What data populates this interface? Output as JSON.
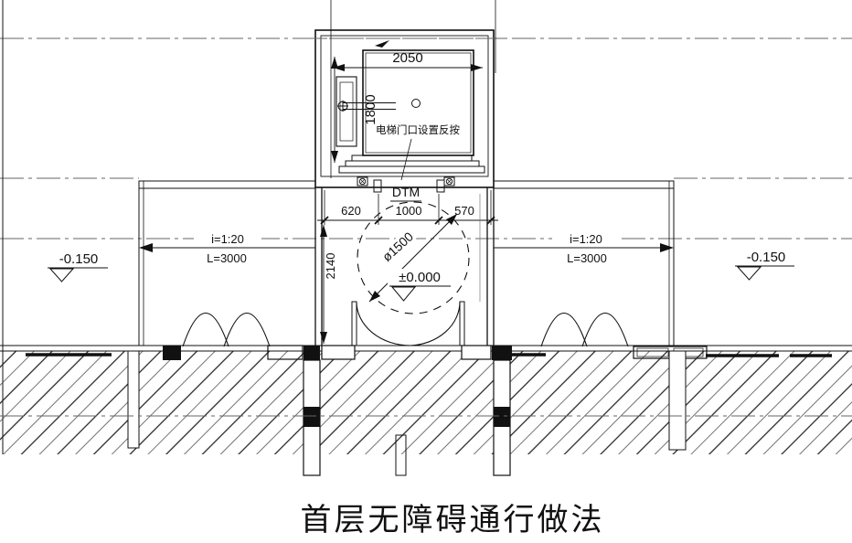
{
  "title": "首层无障碍通行做法",
  "elevator": {
    "width_dim": "2050",
    "depth_dim": "1800",
    "note": "电梯门口设置反按",
    "label": "DTM"
  },
  "entrance": {
    "dim_left": "620",
    "dim_mid": "1000",
    "dim_right": "570",
    "dim_depth": "2140",
    "turning_circle": "ø1500",
    "level": "±0.000"
  },
  "ramps": {
    "left": {
      "slope": "i=1:20",
      "length": "L=3000",
      "level": "-0.150"
    },
    "right": {
      "slope": "i=1:20",
      "length": "L=3000",
      "level": "-0.150"
    }
  },
  "colors": {
    "line": "#111111",
    "construction": "#666666",
    "background": "#ffffff"
  }
}
